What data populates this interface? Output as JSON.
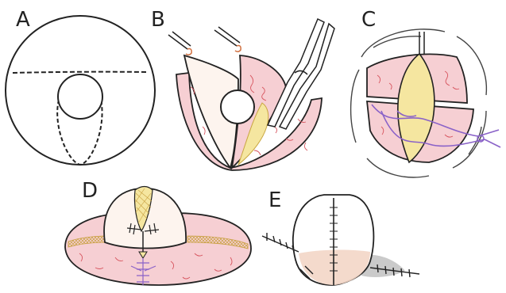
{
  "panels": [
    {
      "key": "a",
      "label": "A"
    },
    {
      "key": "b",
      "label": "B"
    },
    {
      "key": "c",
      "label": "C"
    },
    {
      "key": "d",
      "label": "D"
    },
    {
      "key": "e",
      "label": "E"
    }
  ],
  "colors": {
    "ink": "#222222",
    "skin_pink": "#f6cfd3",
    "skin_pink_dark": "#f2b9c0",
    "vessel_red": "#d7555f",
    "fat_yellow": "#f5e6a0",
    "suture_purple": "#8a62c8",
    "shade": "#bdbdbd",
    "tan": "#f3d6c6"
  }
}
